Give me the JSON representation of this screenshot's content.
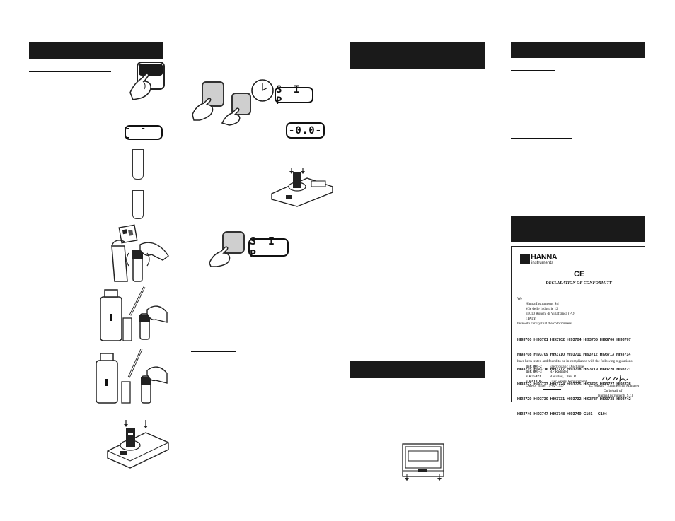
{
  "displays": {
    "blank": "- - -",
    "sip_1": "S I P",
    "zero": "-0.0-",
    "sip_2": "S I P"
  },
  "certificate": {
    "brand": "HANNA",
    "brand_sub": "instruments",
    "mark": "CE",
    "title": "DECLARATION OF CONFORMITY",
    "we": "We",
    "address": [
      "Hanna Instruments Srl",
      "V.le delle Industrie 12",
      "35010 Ronchi di Villafranca (PD)",
      "ITALY"
    ],
    "certify": "herewith certify that the colorimeters",
    "models": [
      "HI93700  HI93701  HI93702  HI93704  HI93705  HI93706  HI93707",
      "HI93708  HI93709  HI93710  HI93711  HI93712  HI93713  HI93714",
      "HI93715  HI93716  HI93717  HI93718  HI93719  HI93720  HI93721",
      "HI93722  HI93723  HI93724  HI93725  HI93726  HI93727  HI93728",
      "HI93729  HI93730  HI93731  HI93732  HI93737  HI93738  HI93742",
      "HI93746  HI93747  HI93748  HI93749  C101     C104"
    ],
    "compliance": "have been tested and found to be in compliance with the following regulations",
    "regs": [
      {
        "code": "IEC 801-2",
        "desc": "Electrostatic Discharge"
      },
      {
        "code": "IEC 801-3",
        "desc": "RF Radiated"
      },
      {
        "code": "EN 55022",
        "desc": "Radiated, Class B"
      },
      {
        "code": "EN 61010-1",
        "desc": "User Safety Requirement"
      }
    ],
    "date": "Date of Issue: 15-02-1997",
    "signer": "D.Volpato - Engineering Manager",
    "behalf": "On behalf of",
    "company": "Hanna Instruments S.r.l."
  }
}
